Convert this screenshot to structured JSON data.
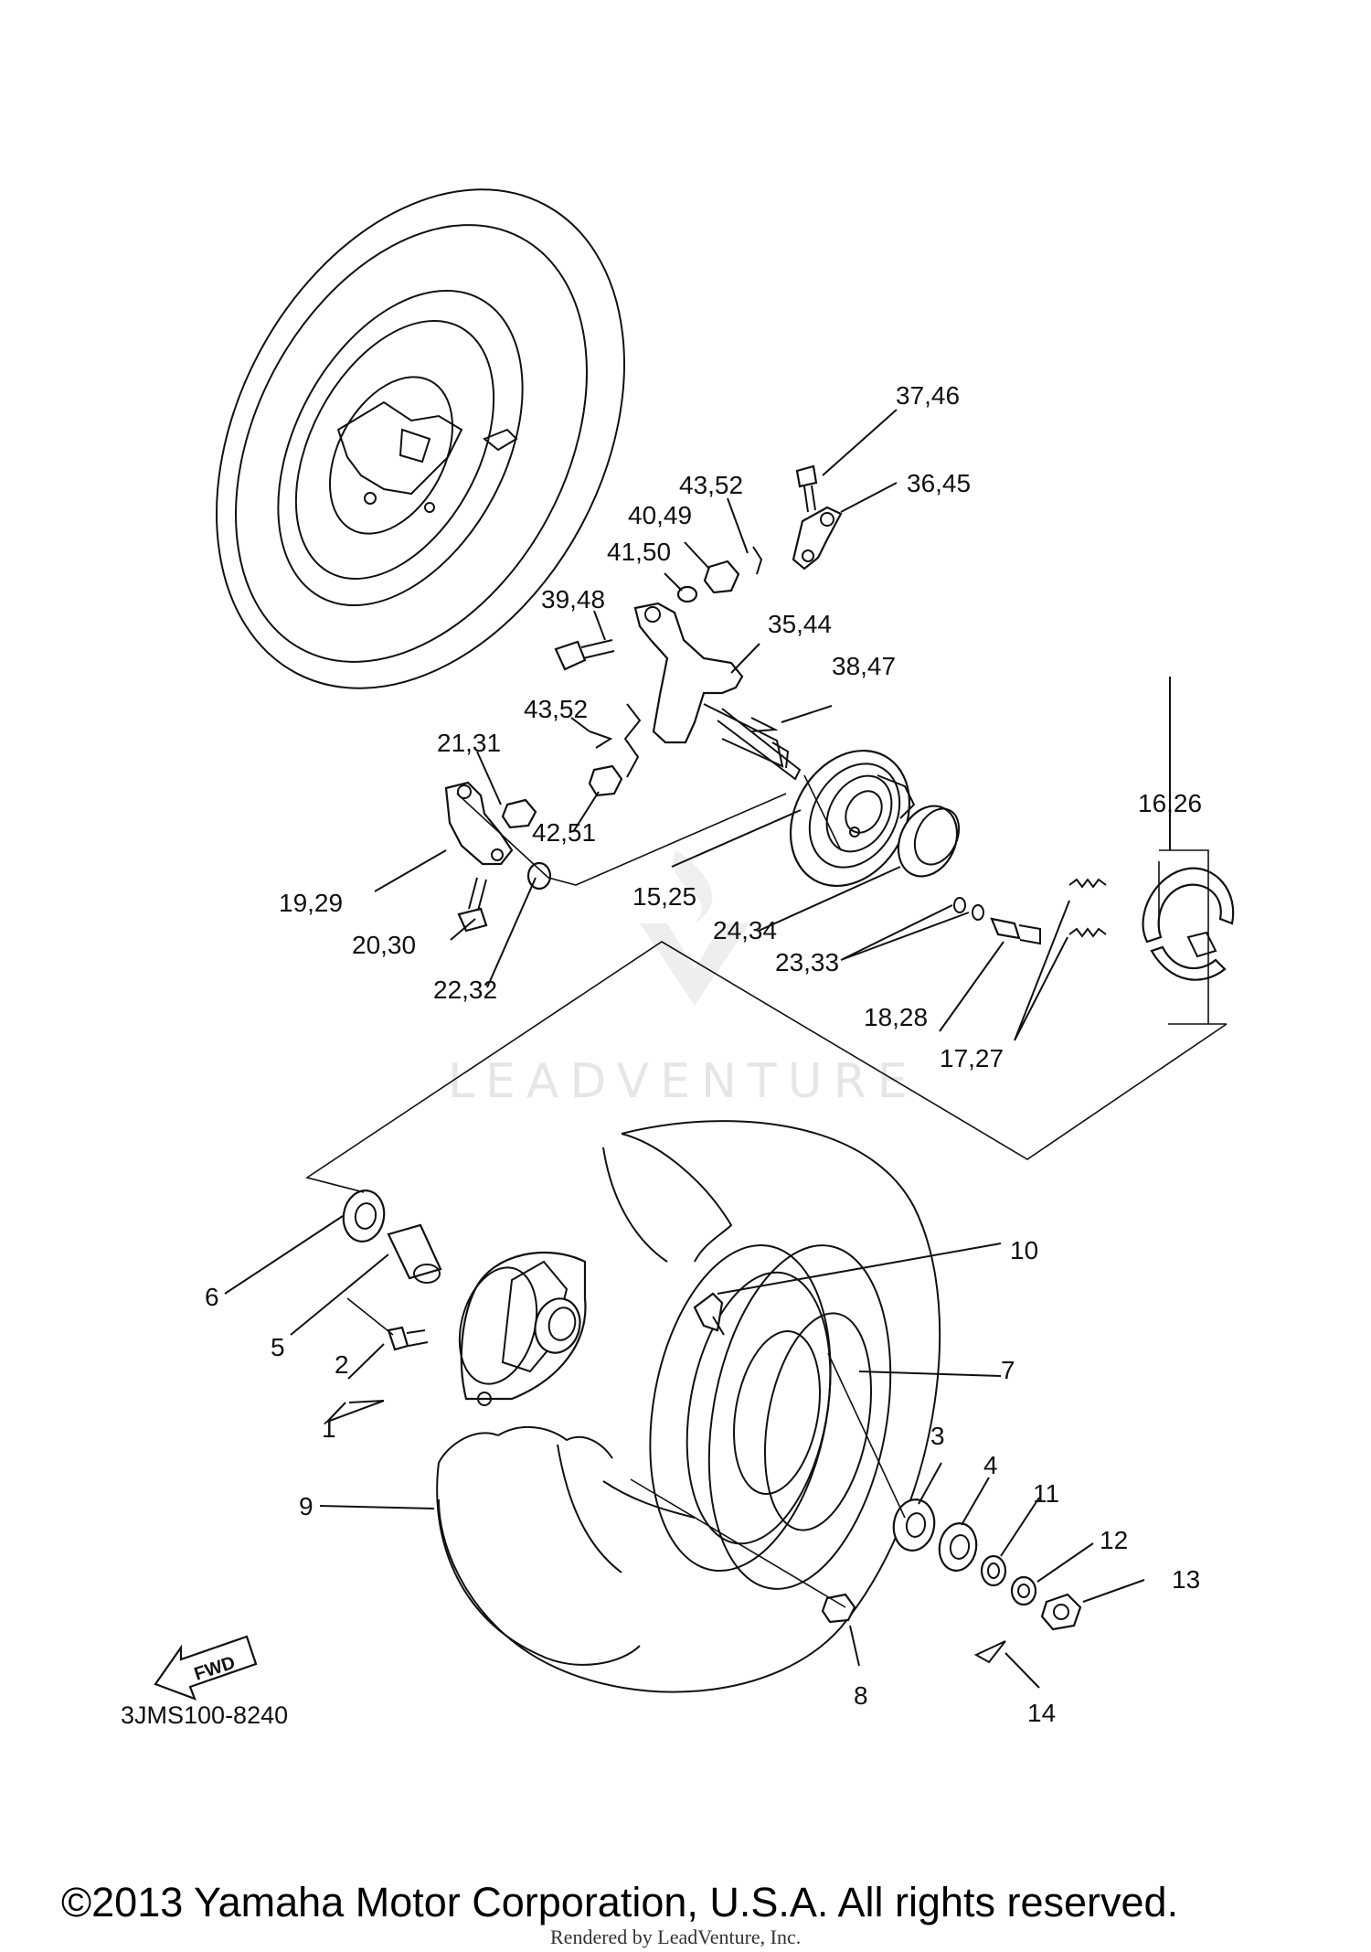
{
  "diagram": {
    "part_code": "3JMS100-8240",
    "fwd_label": "FWD",
    "copyright": "©2013 Yamaha Motor Corporation, U.S.A. All rights reserved.",
    "rendered_by": "Rendered by LeadVenture, Inc.",
    "watermark": "LEADVENTURE",
    "callouts": {
      "c37_46": "37,46",
      "c36_45": "36,45",
      "c43_52a": "43,52",
      "c40_49": "40,49",
      "c41_50": "41,50",
      "c39_48": "39,48",
      "c35_44": "35,44",
      "c38_47": "38,47",
      "c43_52b": "43,52",
      "c21_31": "21,31",
      "c42_51": "42,51",
      "c16_26": "16,26",
      "c19_29": "19,29",
      "c15_25": "15,25",
      "c20_30": "20,30",
      "c24_34": "24,34",
      "c23_33": "23,33",
      "c22_32": "22,32",
      "c18_28": "18,28",
      "c17_27": "17,27",
      "c10": "10",
      "c6": "6",
      "c5": "5",
      "c7": "7",
      "c2": "2",
      "c1": "1",
      "c3": "3",
      "c4": "4",
      "c11": "11",
      "c9": "9",
      "c12": "12",
      "c13": "13",
      "c8": "8",
      "c14": "14"
    }
  }
}
